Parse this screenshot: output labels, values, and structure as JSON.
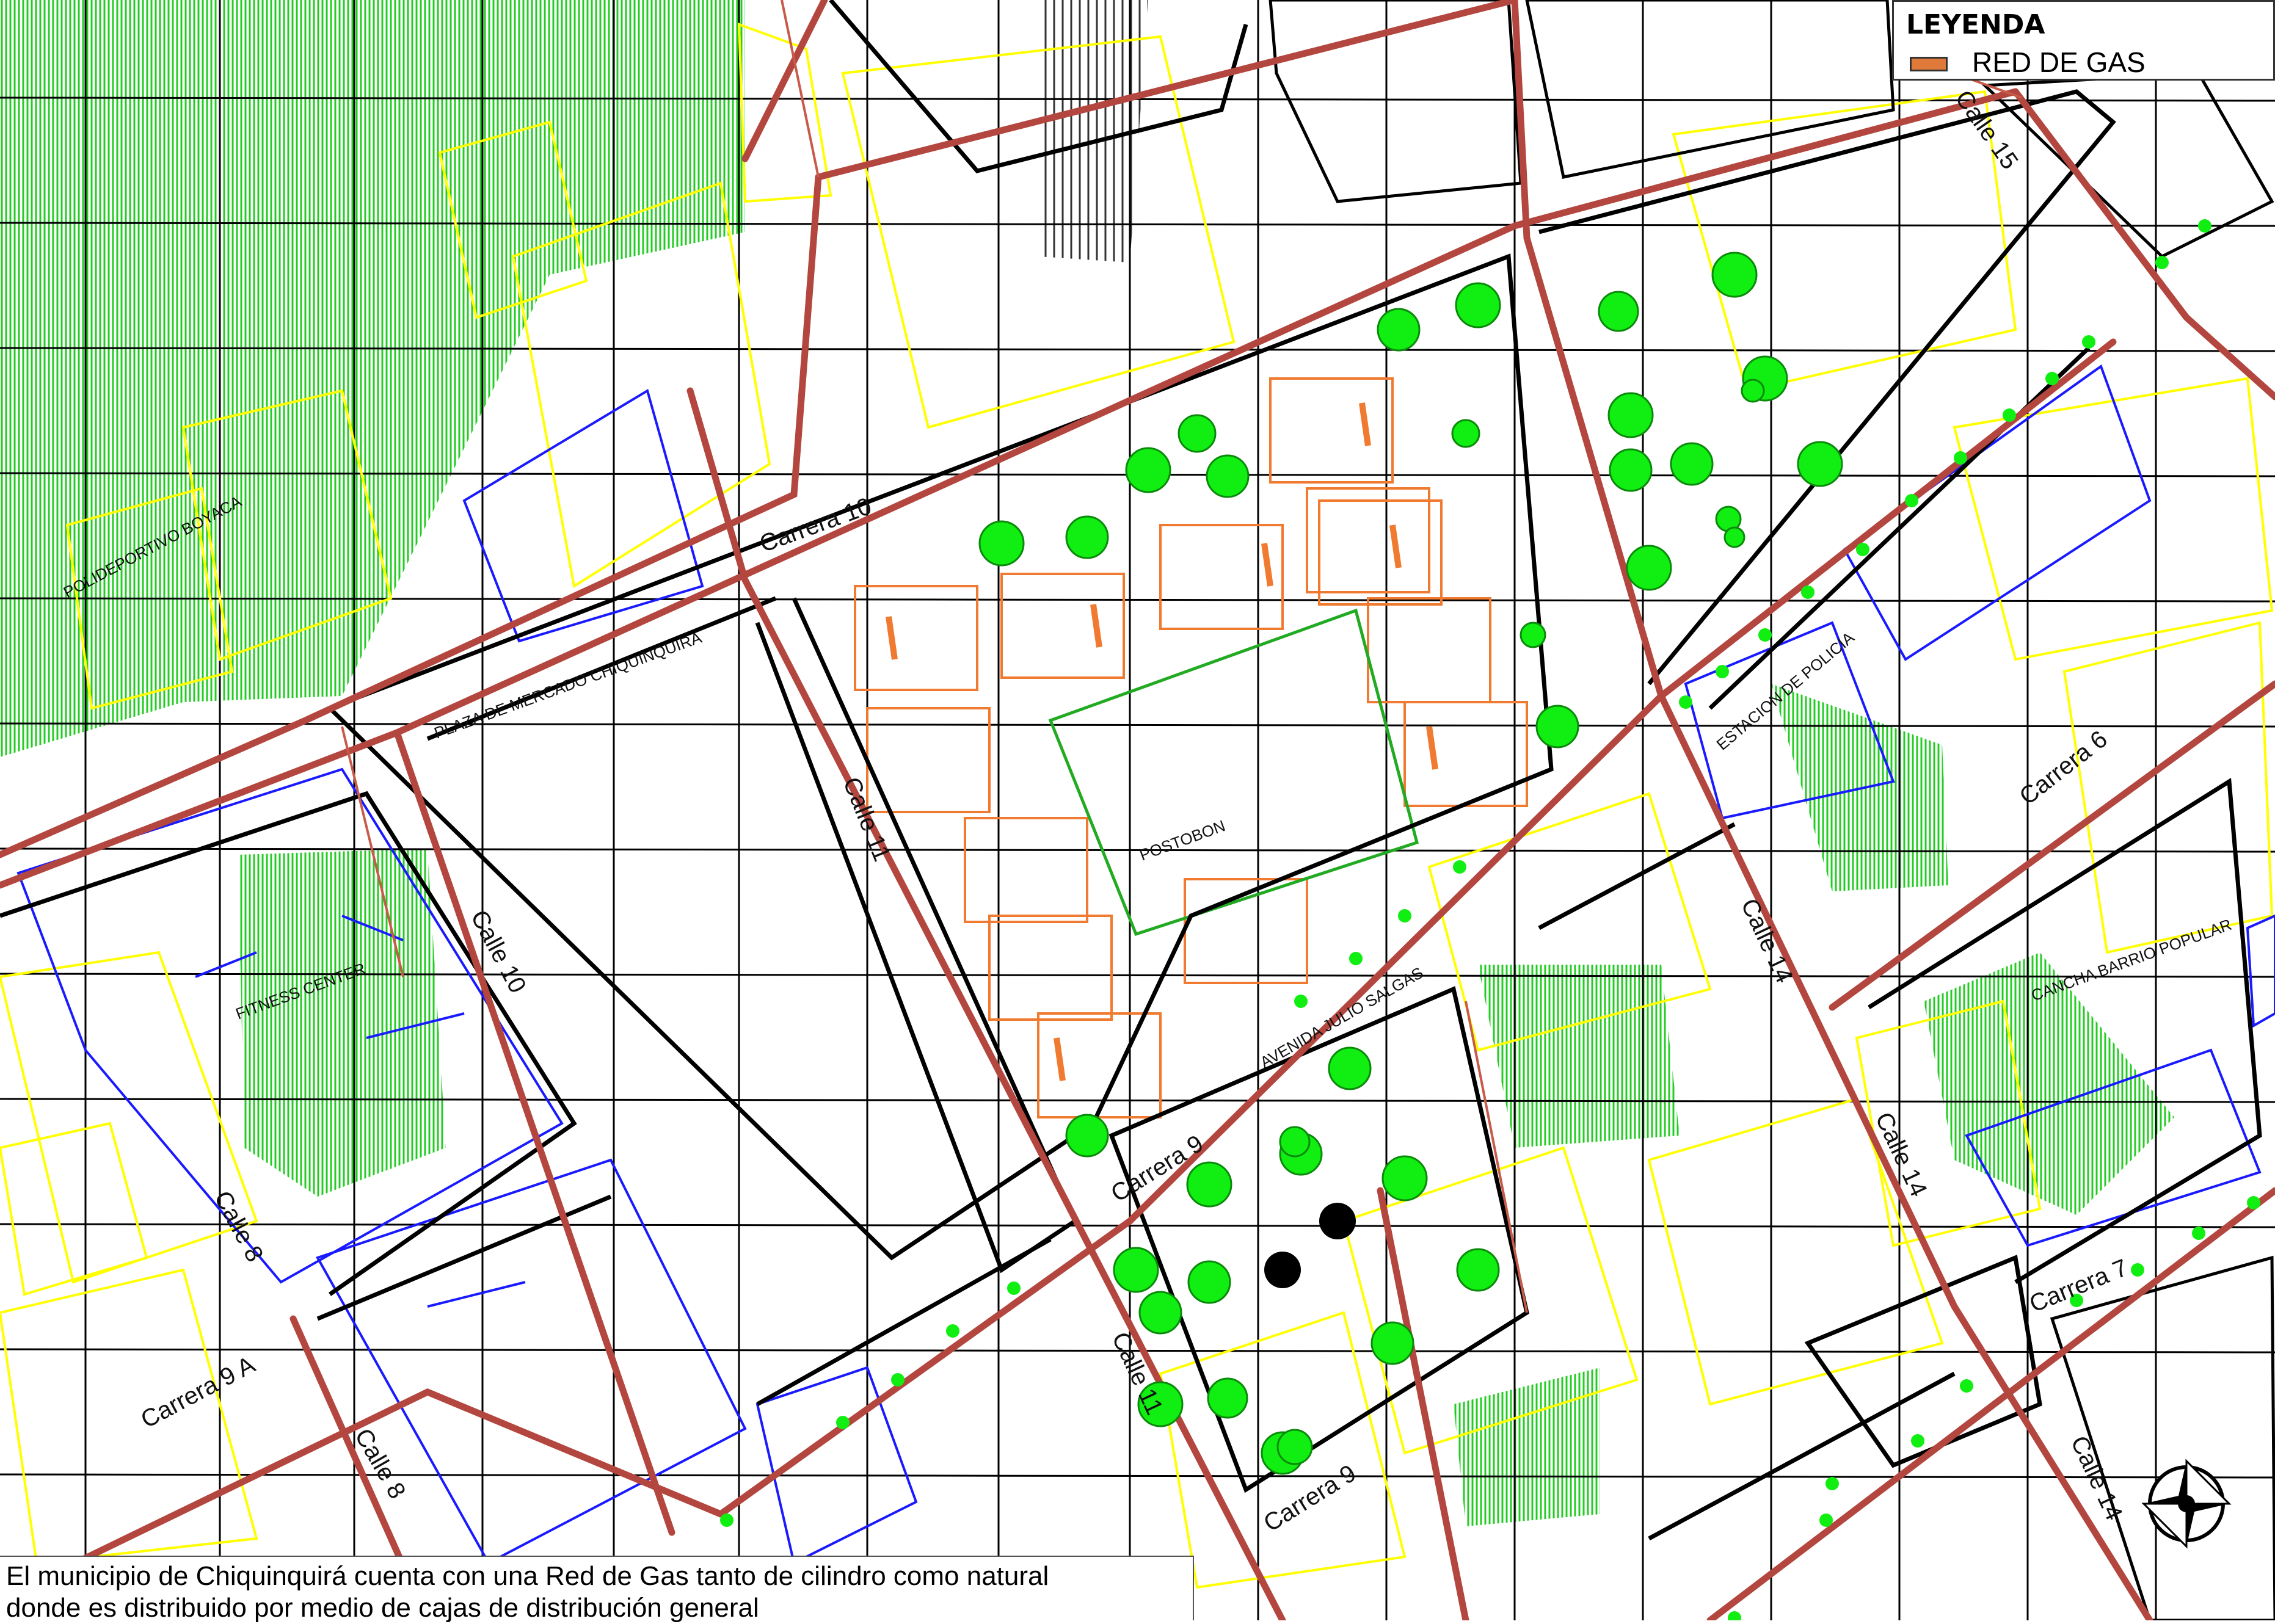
{
  "legend": {
    "title": "LEYENDA",
    "item": "RED DE GAS"
  },
  "caption": {
    "line1": "El municipio de Chiquinquirá cuenta con una Red de Gas tanto de cilindro como natural",
    "line2": "donde es distribuido por medio de  cajas de distribución  general"
  },
  "streets": {
    "carrera10": "Carrera 10",
    "carrera9": "Carrera 9",
    "carrera9a": "Carrera 9 A",
    "carrera7": "Carrera 7",
    "carrera6": "Carrera 6",
    "calle11_a": "Calle 11",
    "calle11_b": "Calle 11",
    "calle10": "Calle 10",
    "calle8_a": "Calle 8",
    "calle8_b": "Calle 8",
    "calle14_a": "Calle 14",
    "calle14_b": "Calle 14",
    "calle14_c": "Calle 14",
    "calle15": "Calle 15",
    "avenida": "AVENIDA JULIO SALGAS",
    "carrera9_b": "Carrera 9"
  },
  "places": {
    "polideportivo": "POLIDEPORTIVO BOYACA",
    "plaza": "PLAZA DE MERCADO CHIQUINQUIRA",
    "fitness": "FITNESS CENTER",
    "postobon": "POSTOBON",
    "policia": "ESTACION DE POLICIA",
    "cancha": "CANCHA  BARRIO POPULAR"
  },
  "colors": {
    "gas_network": "#b3473f",
    "private_lots": "#ffff00",
    "public_buildings": "#1a1aff",
    "green_zones": "#22cc22",
    "planned_lots": "#f07a30",
    "street_edges": "#000000"
  },
  "icons": {
    "compass": "compass-rose-icon",
    "gas_swatch": "gas-line-swatch-icon"
  }
}
